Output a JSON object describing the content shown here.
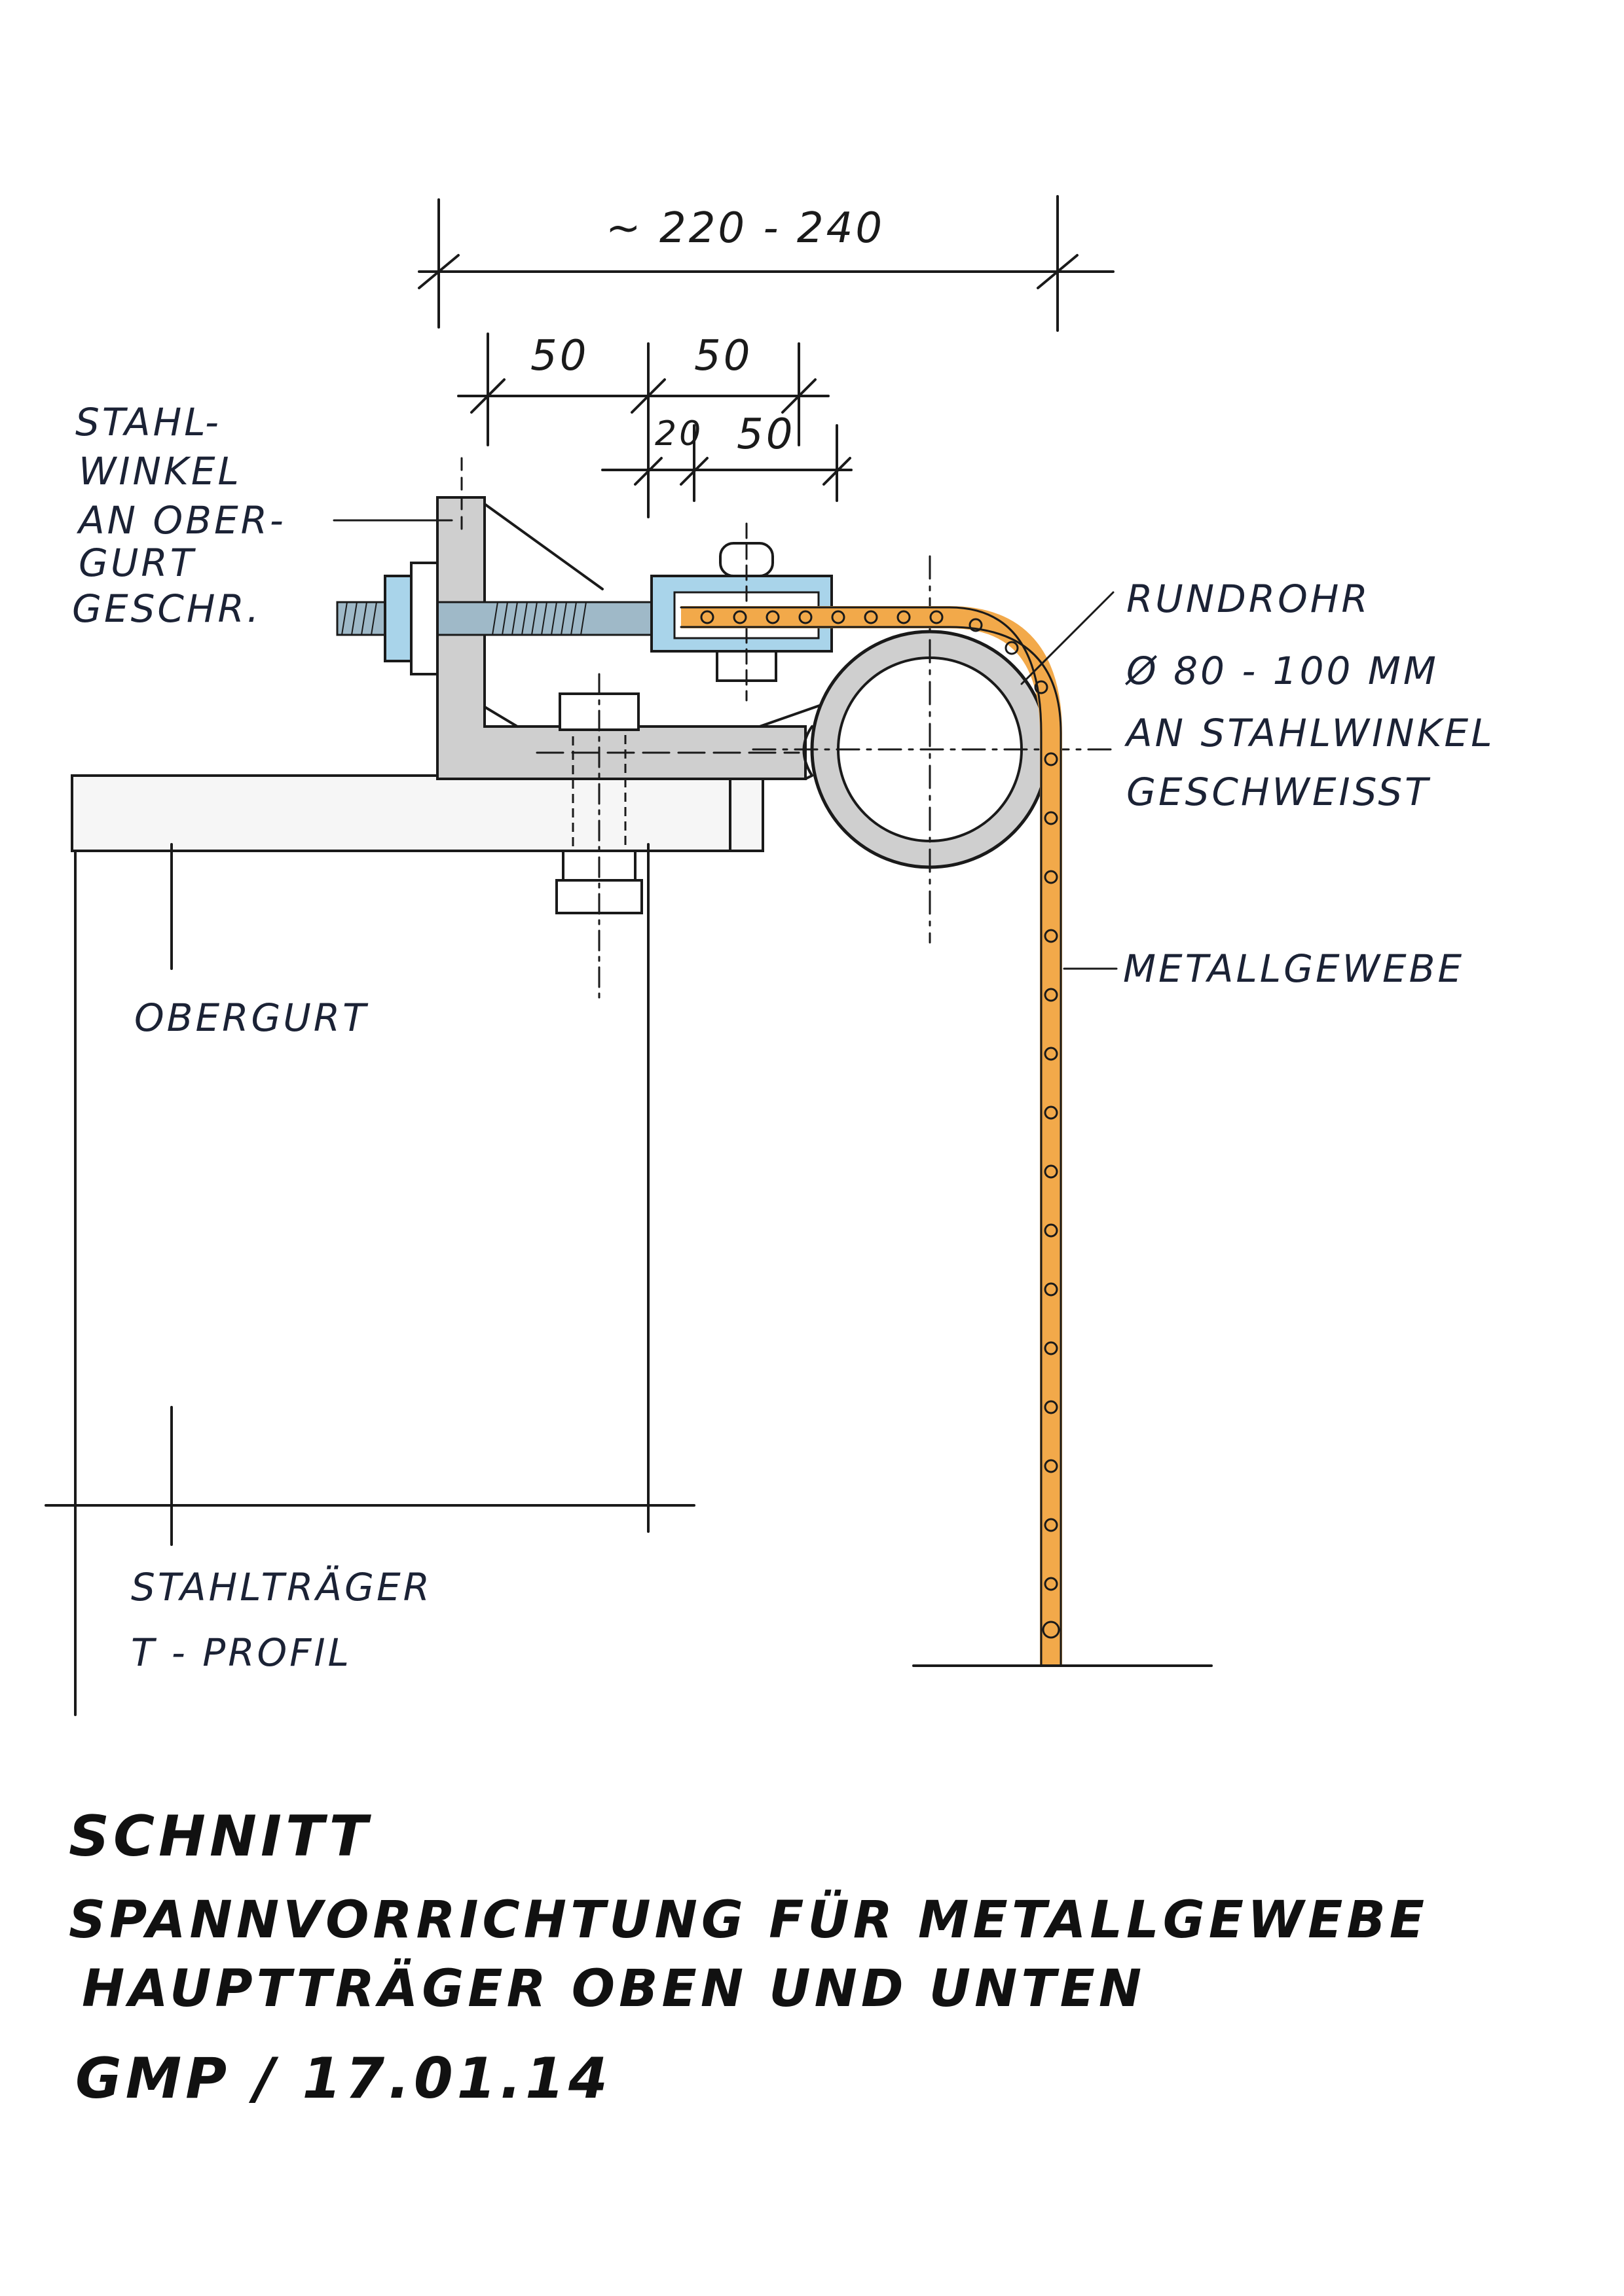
{
  "dimensions": {
    "overall": "~ 220 - 240",
    "seg1": "50",
    "seg2": "50",
    "gap": "20",
    "seg3": "50"
  },
  "labels": {
    "stahlwinkel": [
      "STAHL-",
      "WINKEL",
      "AN OBER-",
      "GURT",
      "GESCHR."
    ],
    "rundrohr": [
      "RUNDROHR",
      "Ø 80 - 100 MM",
      "AN STAHLWINKEL",
      "GESCHWEISST"
    ],
    "metallgewebe": "METALLGEWEBE",
    "obergurt": "OBERGURT",
    "stahltraeger": [
      "STAHLTRÄGER",
      "T - PROFIL"
    ]
  },
  "title": {
    "line1": "SCHNITT",
    "line2": "SPANNVORRICHTUNG FÜR METALLGEWEBE",
    "line3": "HAUPTTRÄGER OBEN UND UNTEN",
    "line4": "GMP / 17.01.14"
  },
  "colors": {
    "ink": "#1a1a1a",
    "steel": "#cfcfcf",
    "fitting": "#a9d4ea",
    "mesh": "#f2a94a",
    "label_ink": "#1b2235"
  }
}
